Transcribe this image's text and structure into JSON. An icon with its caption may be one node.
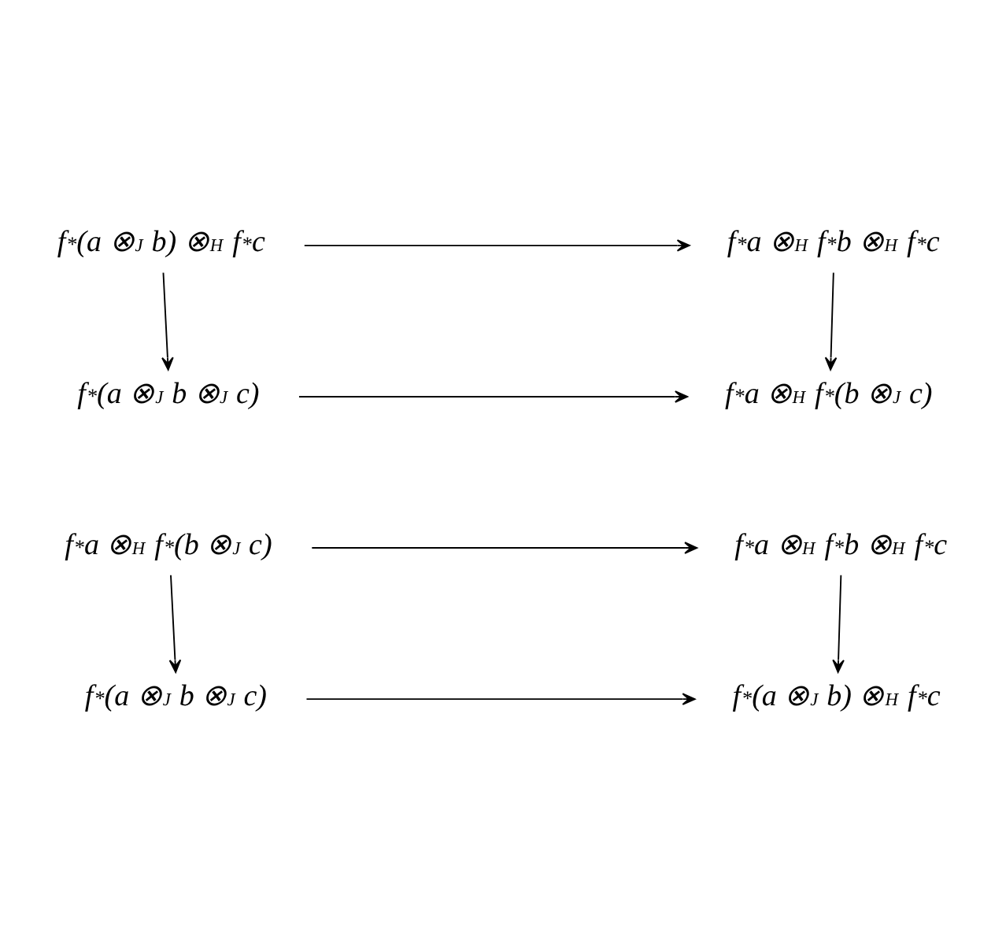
{
  "diagram": {
    "nodes": [
      {
        "text": [
          "f$^{*}$(a ⊗$_{J}$ b) ⊗$_{H}$ f$^{*}$c"
        ]
      },
      {
        "text": [
          "f$^{*}$a ⊗$_{H}$ f$^{*}$b ⊗$_{H}$ f$^{*}$c"
        ]
      },
      {
        "text": [
          "f$^{*}$(a ⊗$_{J}$ b ⊗$_{J}$ c)"
        ]
      },
      {
        "text": [
          "f$^{*}$a ⊗$_{H}$ f$^{*}$(b ⊗$_{J}$ c)"
        ]
      },
      {
        "text": [
          "f$^{*}$a ⊗$_{H}$ f$^{*}$(b ⊗$_{J}$ c)"
        ]
      },
      {
        "text": [
          "f$^{*}$a ⊗$_{H}$ f$^{*}$b ⊗$_{H}$ f$^{*}$c"
        ]
      },
      {
        "text": [
          "f$^{*}$(a ⊗$_{J}$ b ⊗$_{J}$ c)"
        ]
      },
      {
        "text": [
          "f$^{*}$(a ⊗$_{J}$ b) ⊗$_{H}$ f$^{*}$c"
        ]
      }
    ],
    "edges": [
      {
        "from": 0,
        "to": 1,
        "arrow": "to"
      },
      {
        "from": 0,
        "to": 2,
        "arrow": "to"
      },
      {
        "from": 1,
        "to": 3,
        "arrow": "to"
      },
      {
        "from": 2,
        "to": 3,
        "arrow": "to"
      },
      {
        "from": 4,
        "to": 5,
        "arrow": "to"
      },
      {
        "from": 4,
        "to": 6,
        "arrow": "to"
      },
      {
        "from": 5,
        "to": 7,
        "arrow": "to"
      },
      {
        "from": 6,
        "to": 7,
        "arrow": "to"
      }
    ]
  }
}
